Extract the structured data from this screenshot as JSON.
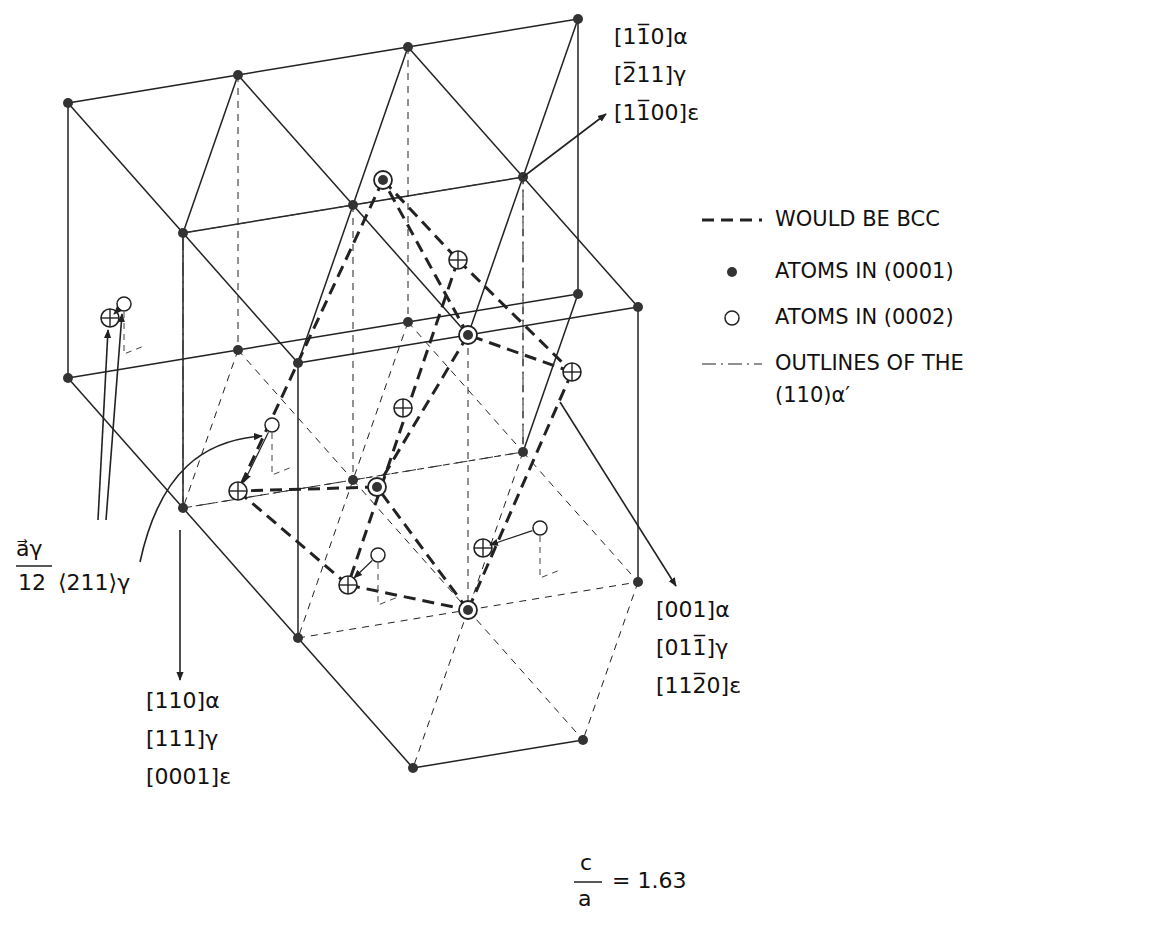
{
  "diagram": {
    "labels": [
      "[11̅0]α",
      "[2̅11]γ",
      "[11̅00]ε",
      "[001]α",
      "[011̅]γ",
      "[112̅0]ε",
      "[110]α",
      "[111]γ",
      "[0001]ε",
      "a⃗γ",
      "12",
      "⟨211⟩γ",
      "c",
      "a",
      "= 1.63"
    ],
    "legend": [
      {
        "text": "WOULD BE BCC"
      },
      {
        "text": "ATOMS IN (0001)"
      },
      {
        "text": "ATOMS IN (0002)"
      },
      {
        "text": "OUTLINES OF THE (110)α′"
      }
    ]
  }
}
